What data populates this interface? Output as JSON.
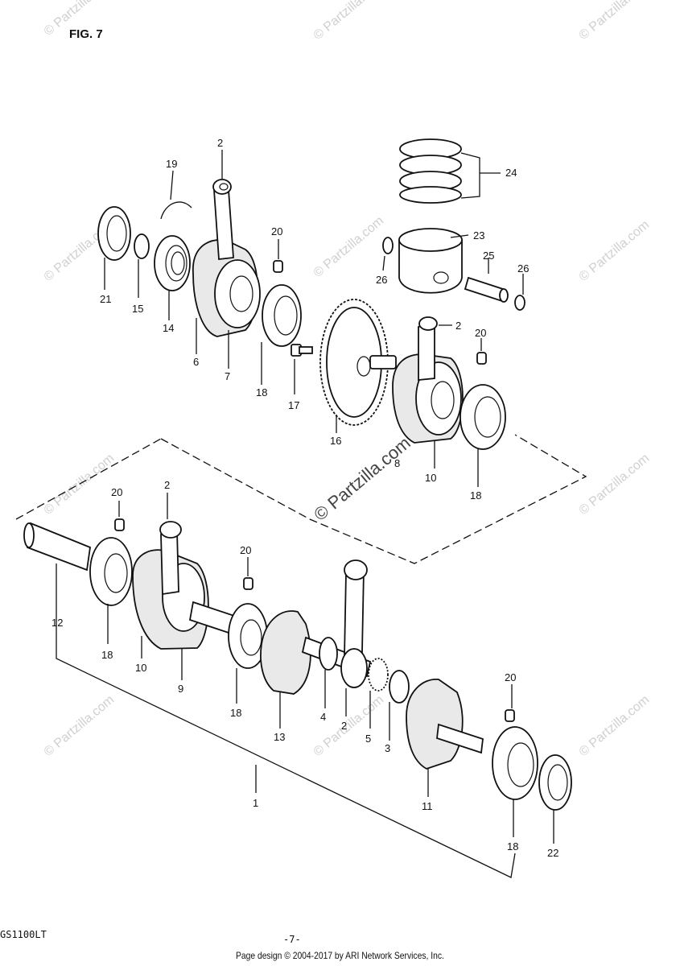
{
  "figure_title": "FIG. 7",
  "model_code": "GS1100LT",
  "page_number": "-7-",
  "footer_text": "Page design © 2004-2017 by ARI Network Services, Inc.",
  "watermark_text": "© Partzilla.com",
  "part_labels": {
    "crankshaft_assy": "1",
    "connecting_rod": "2",
    "thrust_washer": "3",
    "washer": "4",
    "bearing": "5",
    "crank_web_6": "6",
    "crank_web_7": "7",
    "crank_web_8": "8",
    "crank_web_9": "9",
    "crank_web_10": "10",
    "crank_web_11": "11",
    "crank_web_12": "12",
    "crank_web_13": "13",
    "bearing_14": "14",
    "circlip_15": "15",
    "primary_gear": "16",
    "bolt_17": "17",
    "main_bearing_18": "18",
    "ring_19": "19",
    "dowel_pin_20": "20",
    "oil_seal_21": "21",
    "oil_seal_22": "22",
    "piston": "23",
    "piston_ring_set": "24",
    "piston_pin": "25",
    "circlip_26": "26"
  }
}
